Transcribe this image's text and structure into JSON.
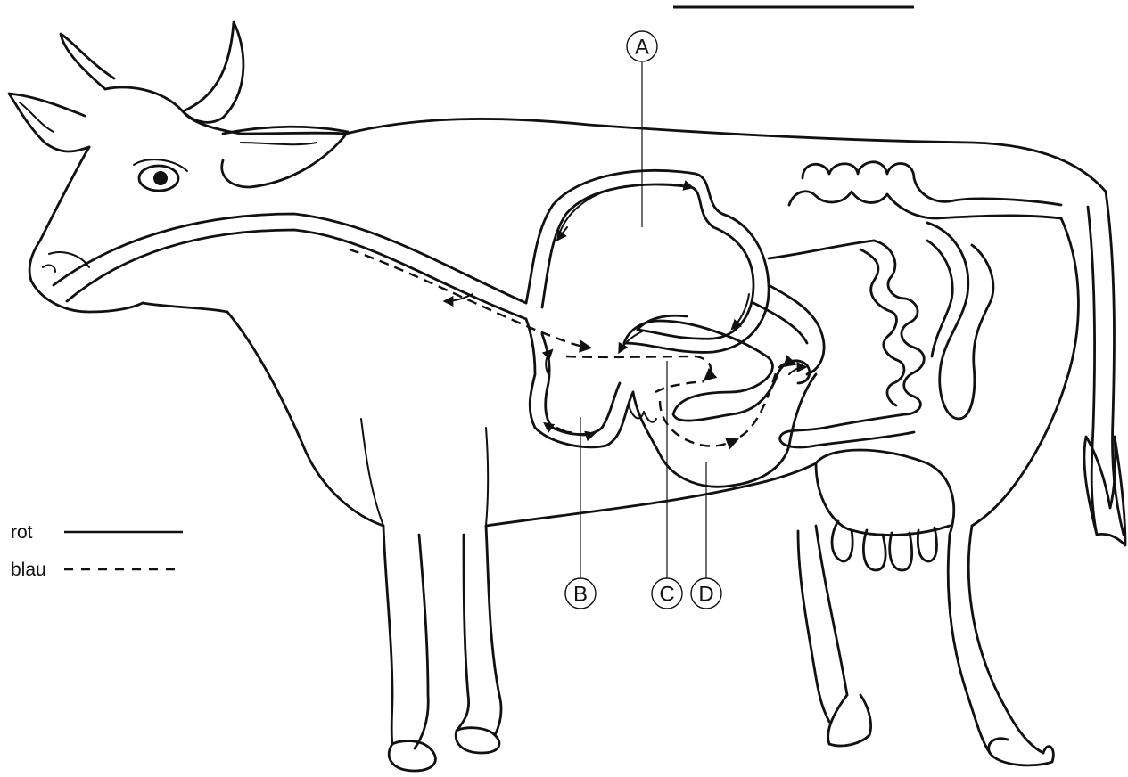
{
  "labels": {
    "a": "A",
    "b": "B",
    "c": "C",
    "d": "D"
  },
  "legend": {
    "solid_label": "rot",
    "dashed_label": "blau"
  }
}
